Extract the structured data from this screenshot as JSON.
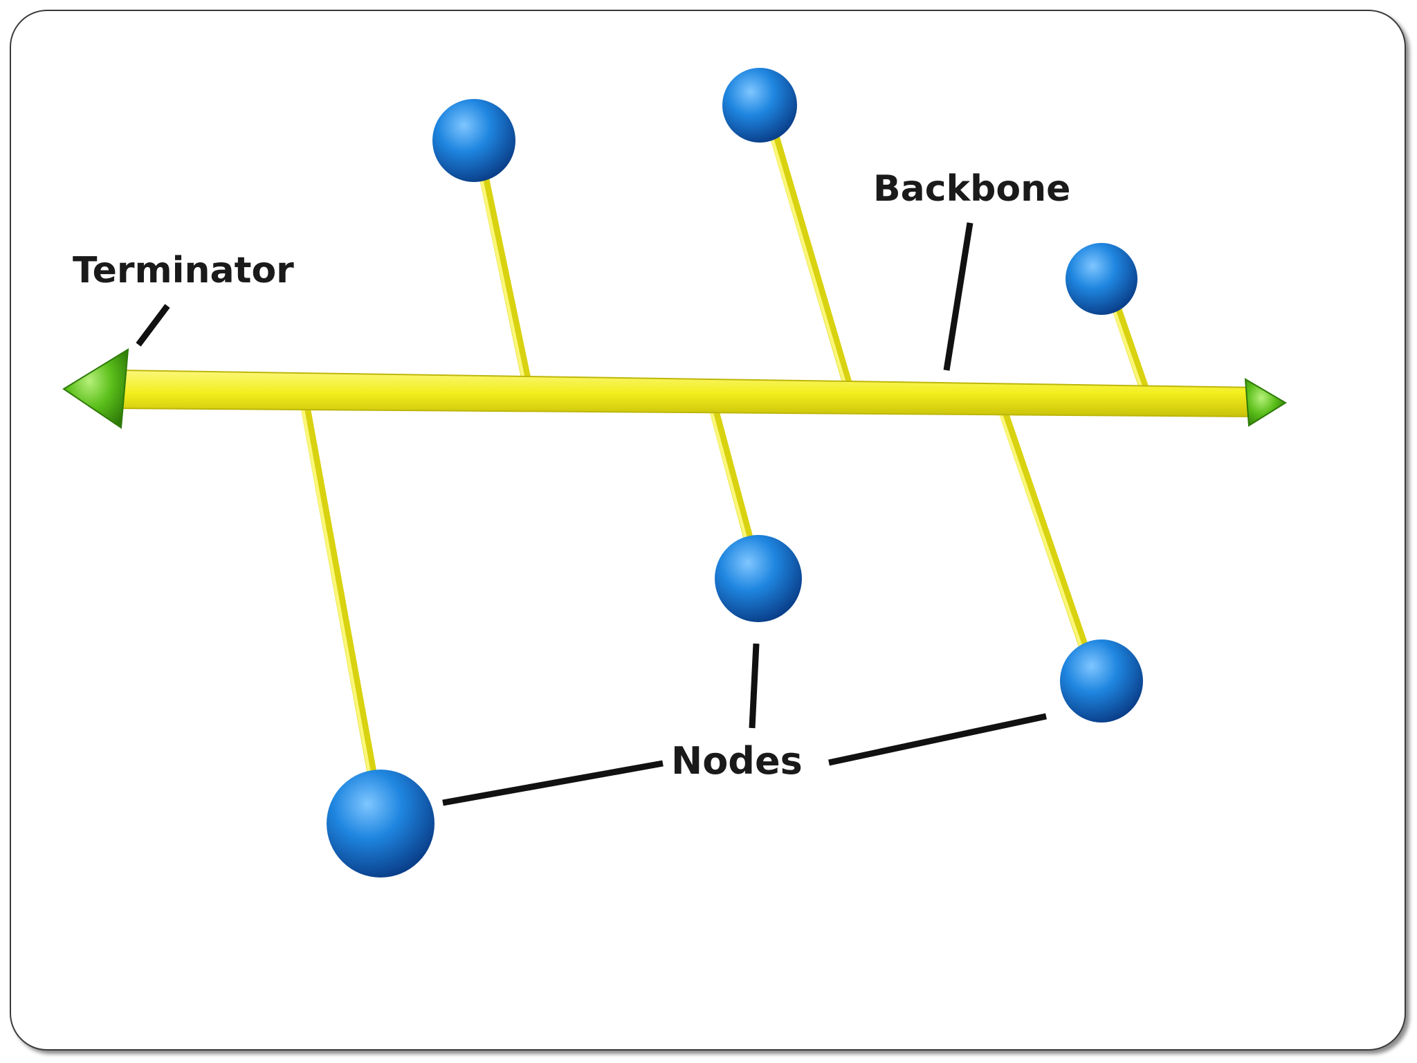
{
  "diagram": {
    "title": "",
    "labels": {
      "terminator": "Terminator",
      "backbone": "Backbone",
      "nodes": "Nodes"
    },
    "colors": {
      "cable": "#f2ee1c",
      "terminator": "#5bbf1a",
      "node": "#1f86e0",
      "leader": "#111111"
    },
    "nodes": [
      {
        "id": "node-top-1",
        "side": "above"
      },
      {
        "id": "node-top-2",
        "side": "above"
      },
      {
        "id": "node-top-3",
        "side": "above"
      },
      {
        "id": "node-bottom-1",
        "side": "below"
      },
      {
        "id": "node-bottom-2",
        "side": "below"
      },
      {
        "id": "node-bottom-3",
        "side": "below"
      }
    ]
  }
}
